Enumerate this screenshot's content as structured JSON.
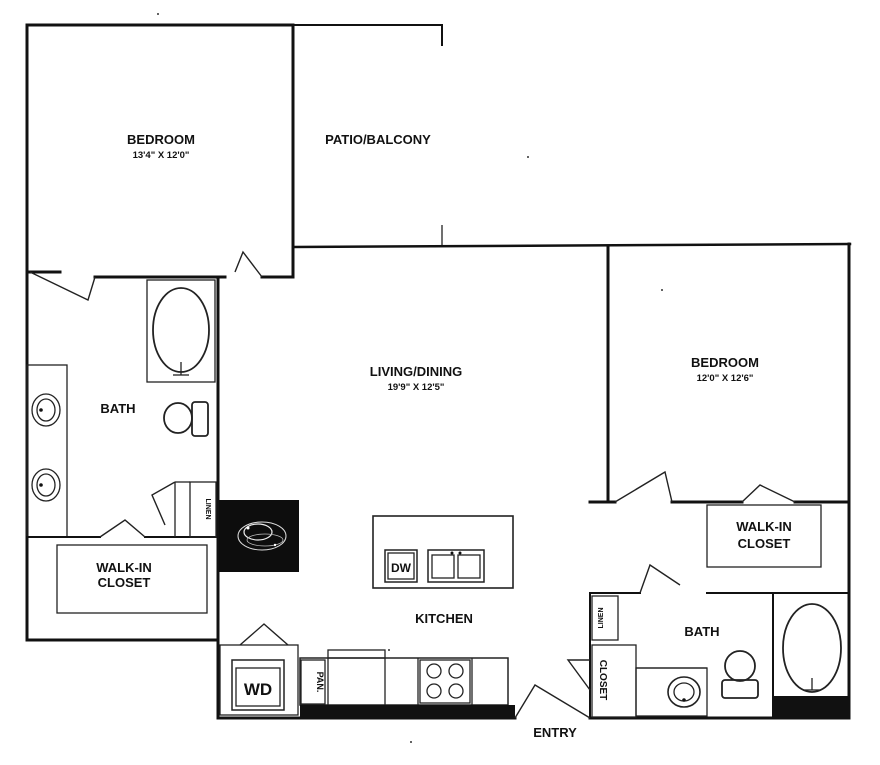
{
  "rooms": {
    "bedroom_1": {
      "label": "BEDROOM",
      "dims": "13'4\" X 12'0\""
    },
    "patio": {
      "label": "PATIO/BALCONY"
    },
    "living": {
      "label": "LIVING/DINING",
      "dims": "19'9\" X 12'5\""
    },
    "bedroom_2": {
      "label": "BEDROOM",
      "dims": "12'0\" X 12'6\""
    },
    "bath_1": {
      "label": "BATH"
    },
    "bath_2": {
      "label": "BATH"
    },
    "walkin_1": {
      "line1": "WALK-IN",
      "line2": "CLOSET"
    },
    "walkin_2": {
      "line1": "WALK-IN",
      "line2": "CLOSET"
    },
    "kitchen": {
      "label": "KITCHEN"
    },
    "entry": {
      "label": "ENTRY"
    }
  },
  "fixtures": {
    "dishwasher": "DW",
    "washer_dryer": "WD",
    "pantry": "PAN.",
    "linen_1": "LINEN",
    "linen_2": "LINEN",
    "closet": "CLOSET"
  }
}
